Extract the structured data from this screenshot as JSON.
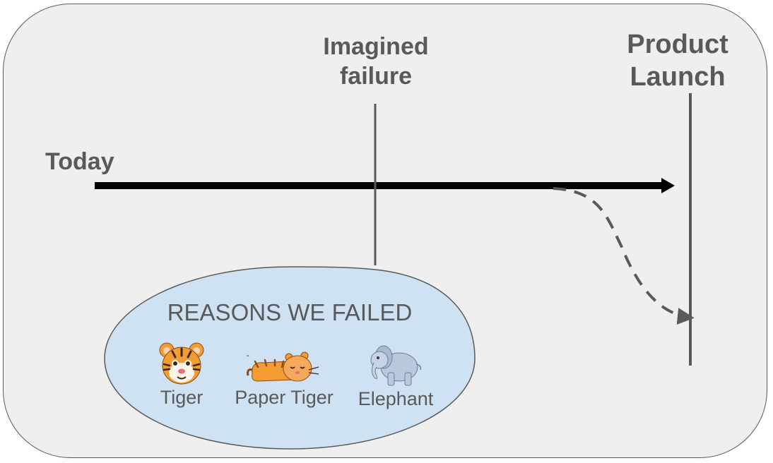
{
  "timeline": {
    "today_label": "Today",
    "imagined_failure_label_line1": "Imagined",
    "imagined_failure_label_line2": "failure",
    "product_launch_label_line1": "Product",
    "product_launch_label_line2": "Launch"
  },
  "reasons": {
    "title": "REASONS WE FAILED",
    "items": [
      {
        "label": "Tiger",
        "icon": "tiger-face-icon"
      },
      {
        "label": "Paper Tiger",
        "icon": "sleeping-tiger-icon"
      },
      {
        "label": "Elephant",
        "icon": "elephant-icon"
      }
    ]
  },
  "colors": {
    "background": "#efefef",
    "text": "#595959",
    "arrow": "#000000",
    "ellipse_fill": "#cfe2f3",
    "tiger_orange": "#f39c34"
  }
}
